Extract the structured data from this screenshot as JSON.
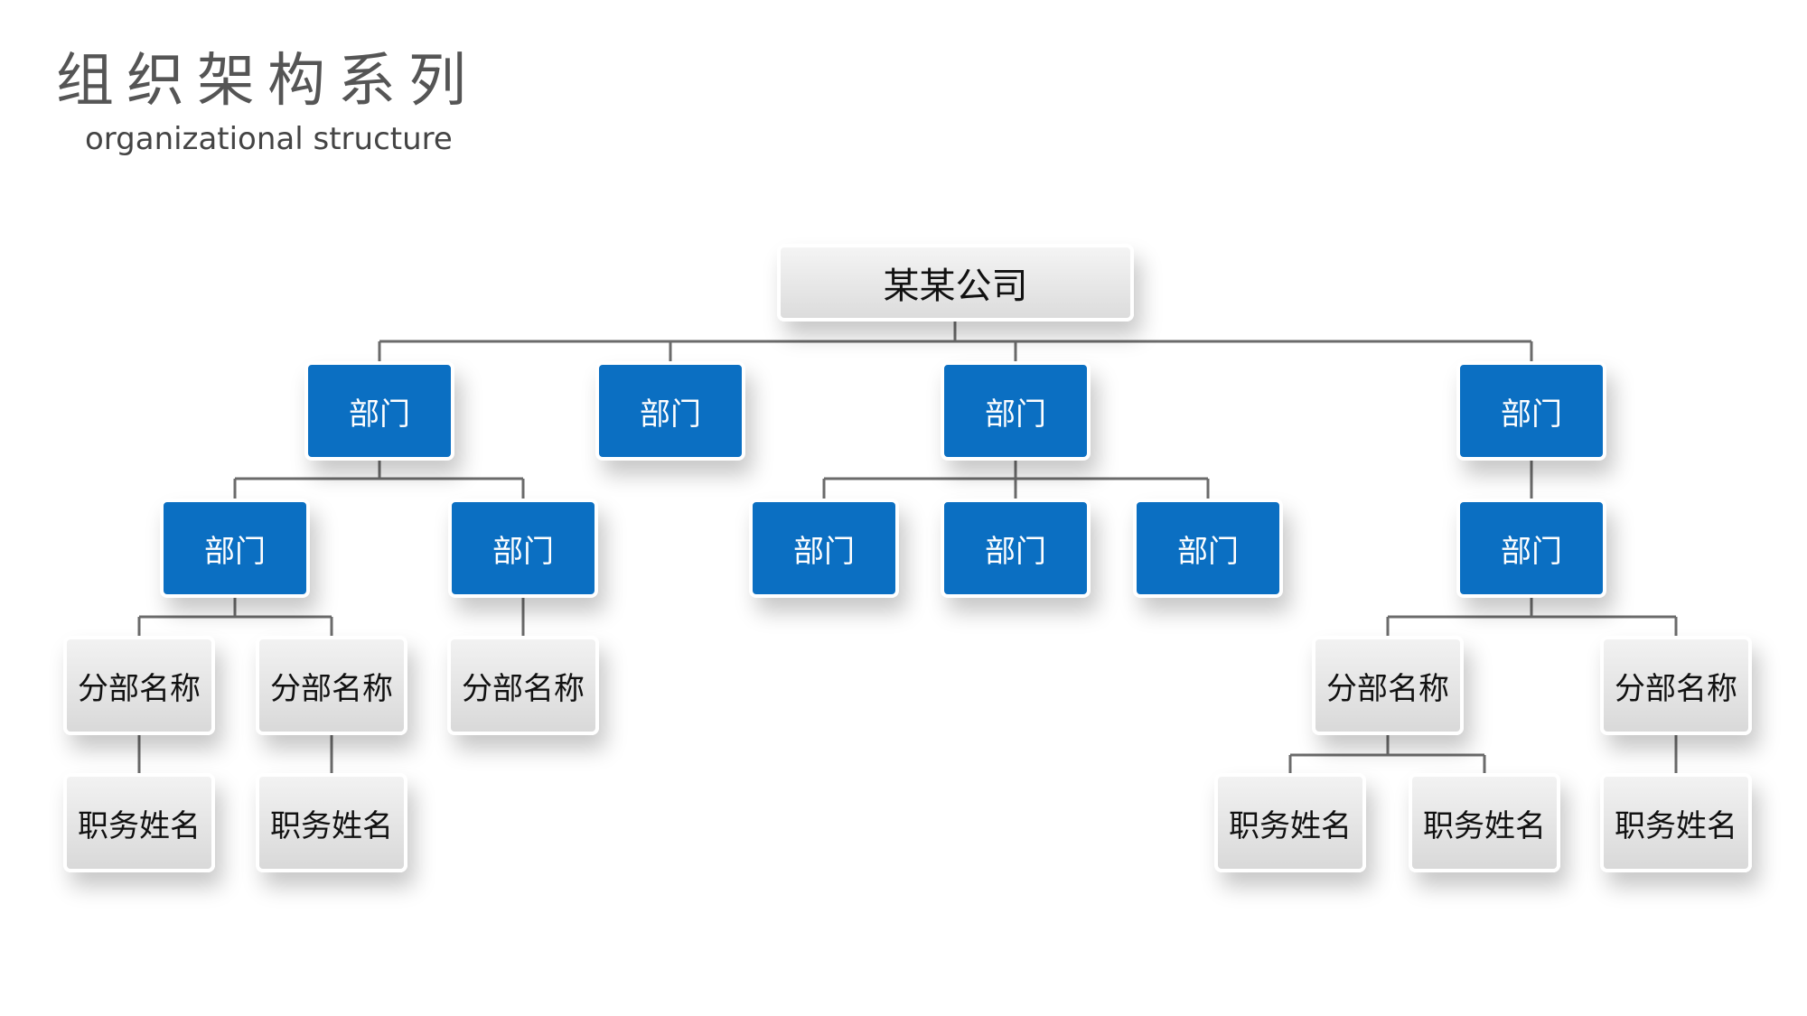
{
  "title": "组织架构系列",
  "subtitle": "organizational structure",
  "colors": {
    "department_fill": "#0B6FC2",
    "node_fill": "#E6E6E6",
    "connector": "#6B6B6B"
  },
  "org": {
    "company": "某某公司",
    "departments": [
      {
        "label": "部门",
        "children": [
          {
            "label": "部门",
            "branches": [
              {
                "label": "分部名称",
                "positions": [
                  "职务姓名"
                ]
              },
              {
                "label": "分部名称",
                "positions": [
                  "职务姓名"
                ]
              }
            ]
          },
          {
            "label": "部门",
            "branches": [
              {
                "label": "分部名称",
                "positions": []
              }
            ]
          }
        ]
      },
      {
        "label": "部门",
        "children": []
      },
      {
        "label": "部门",
        "children": [
          {
            "label": "部门",
            "branches": []
          },
          {
            "label": "部门",
            "branches": []
          },
          {
            "label": "部门",
            "branches": []
          }
        ]
      },
      {
        "label": "部门",
        "children": [
          {
            "label": "部门",
            "branches": [
              {
                "label": "分部名称",
                "positions": [
                  "职务姓名",
                  "职务姓名"
                ]
              },
              {
                "label": "分部名称",
                "positions": [
                  "职务姓名"
                ]
              }
            ]
          }
        ]
      }
    ]
  }
}
